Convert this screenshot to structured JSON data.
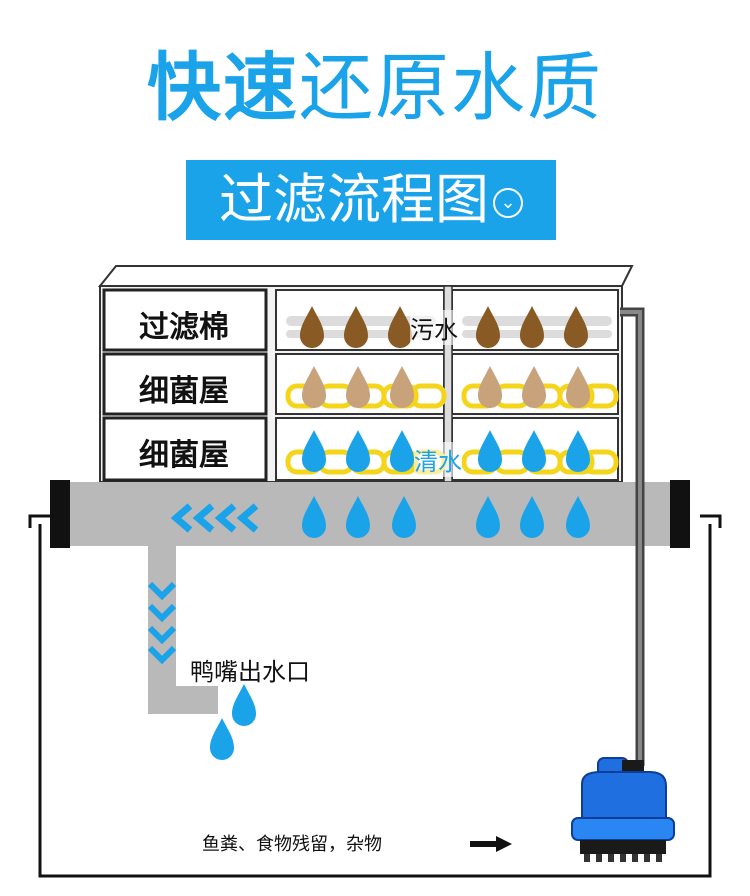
{
  "title": {
    "bold": "快速",
    "light": "还原水质"
  },
  "subtitle": {
    "text": "过滤流程图",
    "icon": "chevron-down-circle-icon"
  },
  "layers": [
    {
      "label": "过滤棉"
    },
    {
      "label": "细菌屋"
    },
    {
      "label": "细菌屋"
    }
  ],
  "labels": {
    "dirty_water": "污水",
    "clean_water": "清水",
    "outlet": "鸭嘴出水口",
    "bottom_note": "鱼粪、食物残留，杂物"
  },
  "colors": {
    "blue": "#1ba3ea",
    "water_drop": "#1ba3ea",
    "dirty_drop": "#8a5a25",
    "mid_drop": "#c8a27a",
    "ring": "#f5d41c",
    "pipe_gray": "#b7b7b7",
    "pump_blue": "#1f6fe0"
  }
}
